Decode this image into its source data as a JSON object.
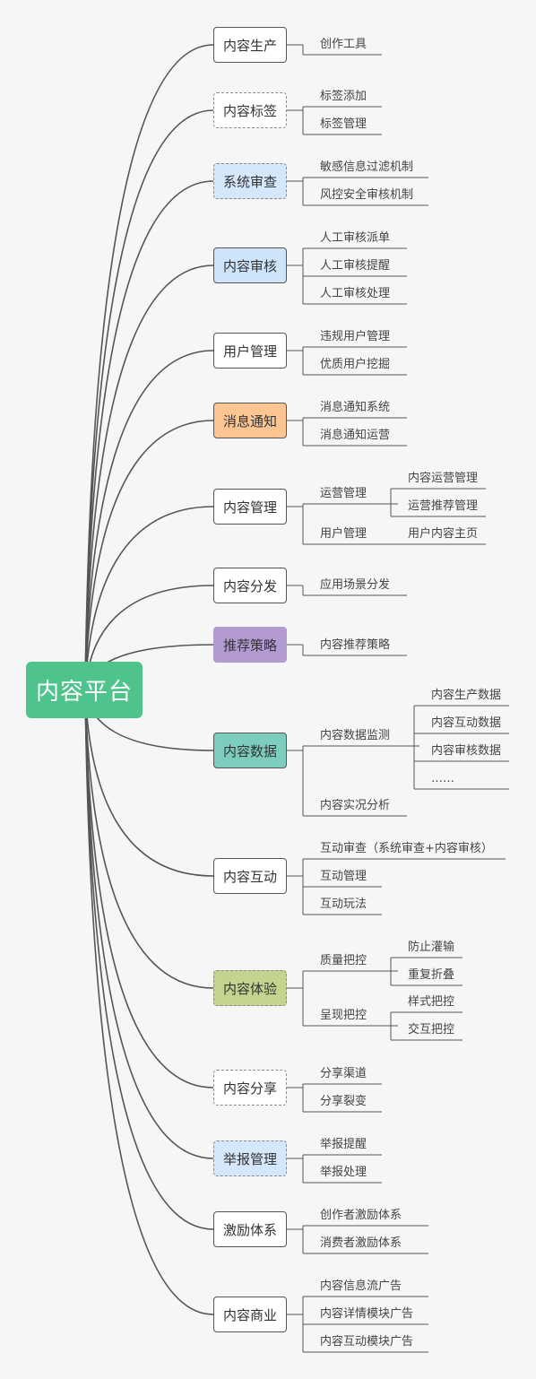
{
  "root": {
    "label": "内容平台"
  },
  "branches": [
    {
      "label": "内容生产",
      "style": "plain",
      "bg": "#ffffff",
      "items": [
        {
          "label": "创作工具"
        }
      ]
    },
    {
      "label": "内容标签",
      "style": "dashed",
      "bg": "#ffffff",
      "items": [
        {
          "label": "标签添加"
        },
        {
          "label": "标签管理"
        }
      ]
    },
    {
      "label": "系统审查",
      "style": "dashed",
      "bg": "#d5e8fb",
      "items": [
        {
          "label": "敏感信息过滤机制"
        },
        {
          "label": "风控安全审核机制"
        }
      ]
    },
    {
      "label": "内容审核",
      "style": "plain",
      "bg": "#cde4fb",
      "items": [
        {
          "label": "人工审核派单"
        },
        {
          "label": "人工审核提醒"
        },
        {
          "label": "人工审核处理"
        }
      ]
    },
    {
      "label": "用户管理",
      "style": "plain",
      "bg": "#ffffff",
      "items": [
        {
          "label": "违规用户管理"
        },
        {
          "label": "优质用户挖掘"
        }
      ]
    },
    {
      "label": "消息通知",
      "style": "plain",
      "bg": "#fdc592",
      "items": [
        {
          "label": "消息通知系统"
        },
        {
          "label": "消息通知运营"
        }
      ]
    },
    {
      "label": "内容管理",
      "style": "plain",
      "bg": "#ffffff",
      "items": [
        {
          "label": "运营管理",
          "items": [
            {
              "label": "内容运营管理"
            },
            {
              "label": "运营推荐管理"
            }
          ]
        },
        {
          "label": "用户管理",
          "items": [
            {
              "label": "用户内容主页"
            }
          ]
        }
      ]
    },
    {
      "label": "内容分发",
      "style": "plain",
      "bg": "#ffffff",
      "items": [
        {
          "label": "应用场景分发"
        }
      ]
    },
    {
      "label": "推荐策略",
      "style": "filled",
      "bg": "#b39ad0",
      "items": [
        {
          "label": "内容推荐策略"
        }
      ]
    },
    {
      "label": "内容数据",
      "style": "plain",
      "bg": "#7dcdbf",
      "items": [
        {
          "label": "内容数据监测",
          "items": [
            {
              "label": "内容生产数据"
            },
            {
              "label": "内容互动数据"
            },
            {
              "label": "内容审核数据"
            },
            {
              "label": "……"
            }
          ]
        },
        {
          "label": "内容实况分析"
        }
      ]
    },
    {
      "label": "内容互动",
      "style": "plain",
      "bg": "#ffffff",
      "items": [
        {
          "label": "互动审查（系统审查+内容审核）"
        },
        {
          "label": "互动管理"
        },
        {
          "label": "互动玩法"
        }
      ]
    },
    {
      "label": "内容体验",
      "style": "dashed",
      "bg": "#c3d48e",
      "items": [
        {
          "label": "质量把控",
          "items": [
            {
              "label": "防止灌输"
            },
            {
              "label": "重复折叠"
            }
          ]
        },
        {
          "label": "呈现把控",
          "items": [
            {
              "label": "样式把控"
            },
            {
              "label": "交互把控"
            }
          ]
        }
      ]
    },
    {
      "label": "内容分享",
      "style": "dashed",
      "bg": "#ffffff",
      "items": [
        {
          "label": "分享渠道"
        },
        {
          "label": "分享裂变"
        }
      ]
    },
    {
      "label": "举报管理",
      "style": "dashed",
      "bg": "#d5e8fb",
      "items": [
        {
          "label": "举报提醒"
        },
        {
          "label": "举报处理"
        }
      ]
    },
    {
      "label": "激励体系",
      "style": "plain",
      "bg": "#ffffff",
      "items": [
        {
          "label": "创作者激励体系"
        },
        {
          "label": "消费者激励体系"
        }
      ]
    },
    {
      "label": "内容商业",
      "style": "plain",
      "bg": "#ffffff",
      "items": [
        {
          "label": "内容信息流广告"
        },
        {
          "label": "内容详情模块广告"
        },
        {
          "label": "内容互动模块广告"
        }
      ]
    }
  ]
}
